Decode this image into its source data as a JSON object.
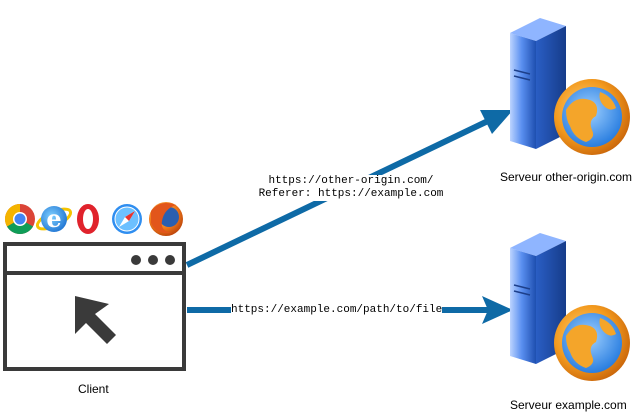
{
  "client": {
    "label": "Client",
    "browsers": [
      "chrome-icon",
      "internet-explorer-icon",
      "opera-icon",
      "safari-icon",
      "firefox-icon"
    ]
  },
  "servers": {
    "other_origin": {
      "label": "Serveur other-origin.com"
    },
    "example": {
      "label": "Serveur example.com"
    }
  },
  "requests": {
    "cross_origin": {
      "line1": "https://other-origin.com/",
      "line2": "Referer: https://example.com"
    },
    "same_origin": {
      "url": "https://example.com/path/to/file"
    }
  },
  "colors": {
    "arrow": "#0e6aa6",
    "window": "#3a3a3a",
    "server_blue": "#2f6fd6",
    "globe_orange": "#f39a1e"
  }
}
